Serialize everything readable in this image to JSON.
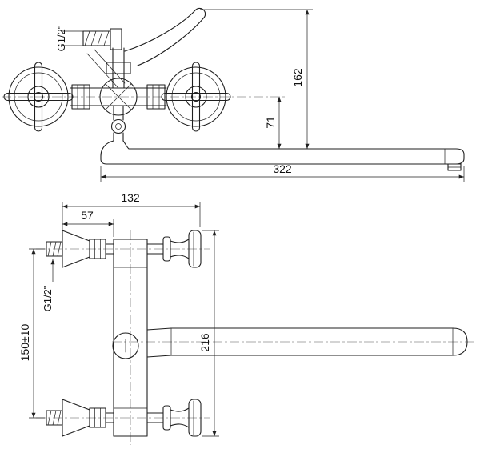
{
  "page": {
    "background": "#ffffff",
    "line_color": "#1f1f1f"
  },
  "front_view": {
    "dims": {
      "inlet_thread": "G1/2\"",
      "total_height": "162",
      "spout_drop": "71",
      "spout_length": "322"
    }
  },
  "plan_view": {
    "dims": {
      "total_width": "132",
      "wall_to_body": "57",
      "inlet_thread": "G1/2\"",
      "inlet_centers": "150±10",
      "total_depth": "216"
    }
  }
}
